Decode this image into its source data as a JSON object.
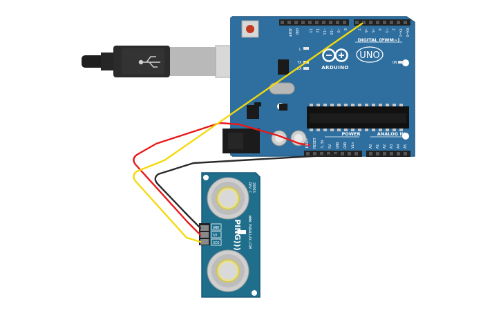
{
  "board": {
    "brand": "ARDUINO",
    "model": "UNO",
    "digital_label": "DIGITAL (PWM~)",
    "power_label": "POWER",
    "analog_label": "ANALOG IN",
    "led_labels": [
      "L",
      "TX",
      "RX"
    ],
    "on_label": "ON",
    "digital_pins": [
      "AREF",
      "GND",
      "13",
      "12",
      "~11",
      "~10",
      "~9",
      "8",
      "7",
      "~6",
      "~5",
      "4",
      "~3",
      "2",
      "TX→1",
      "RX←0"
    ],
    "power_pins": [
      "IOREF",
      "RESET",
      "3.3V",
      "5V",
      "GND",
      "GND",
      "Vin"
    ],
    "analog_pins": [
      "A0",
      "A1",
      "A2",
      "A3",
      "A4",
      "A5"
    ]
  },
  "sensor": {
    "name": "PING)))",
    "website": "WWW.PARALLAX.COM",
    "part_number": "28015",
    "revision": "REV C",
    "pins": [
      "GND",
      "5V",
      "SIG"
    ]
  },
  "wires": {
    "colors": {
      "power": "#e8191a",
      "ground": "#2a2a2a",
      "signal": "#f4d90a"
    }
  },
  "colors": {
    "board": "#2f6f9f",
    "sensor": "#1f6e8c",
    "header": "#222222"
  }
}
